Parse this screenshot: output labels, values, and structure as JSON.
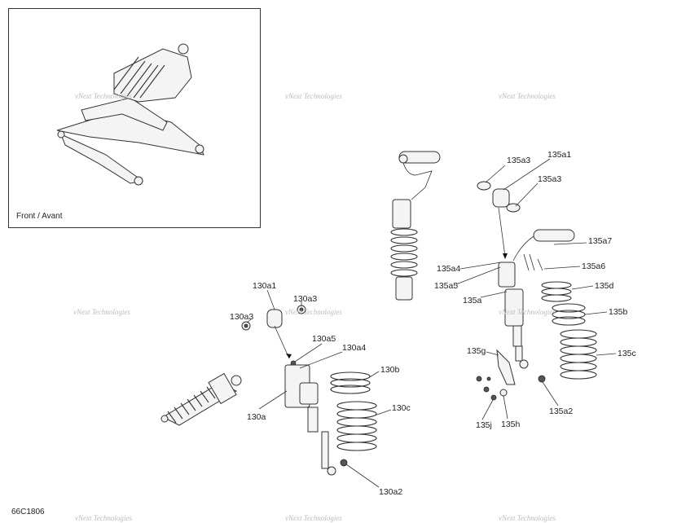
{
  "inset": {
    "caption": "Front / Avant"
  },
  "reference_code": "66C1806",
  "watermark": "vNext Technologies",
  "labels": {
    "l130a1": "130a1",
    "l130a3_left": "130a3",
    "l130a3_right": "130a3",
    "l130a5": "130a5",
    "l130a4": "130a4",
    "l130b": "130b",
    "l130c": "130c",
    "l130a": "130a",
    "l130a2": "130a2",
    "l135a3_top": "135a3",
    "l135a1": "135a1",
    "l135a3_bottom": "135a3",
    "l135a7": "135a7",
    "l135a4": "135a4",
    "l135a6": "135a6",
    "l135a5": "135a5",
    "l135d": "135d",
    "l135a": "135a",
    "l135b": "135b",
    "l135c": "135c",
    "l135g": "135g",
    "l135j": "135j",
    "l135h": "135h",
    "l135a2": "135a2"
  }
}
